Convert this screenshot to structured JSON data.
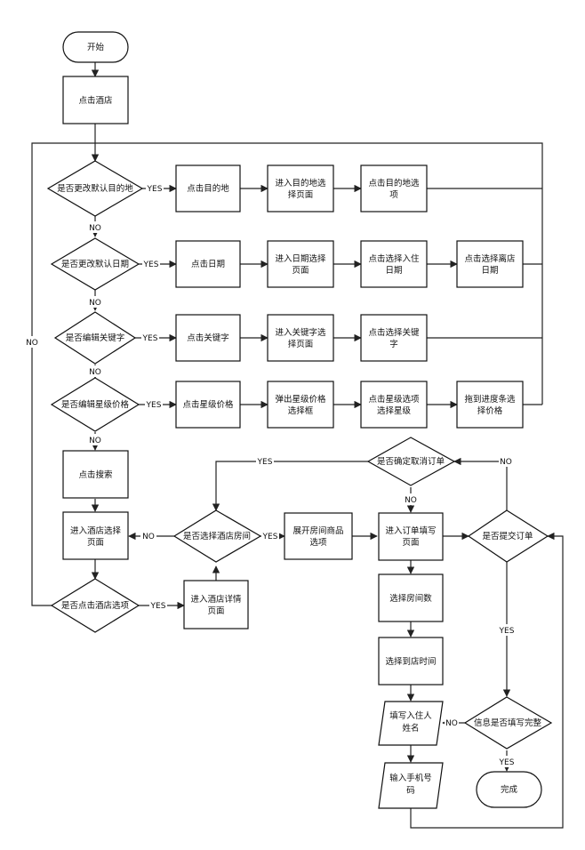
{
  "nodes": {
    "start": "开始",
    "click_hotel": "点击酒店",
    "d_dest": "是否更改默认目的地",
    "click_dest": "点击目的地",
    "dest_page": [
      "进入目的地选",
      "择页面"
    ],
    "dest_option": [
      "点击目的地选",
      "项"
    ],
    "d_date": "是否更改默认日期",
    "click_date": "点击日期",
    "date_page": [
      "进入日期选择",
      "页面"
    ],
    "checkin": [
      "点击选择入住",
      "日期"
    ],
    "checkout": [
      "点击选择离店",
      "日期"
    ],
    "d_keyword": "是否编辑关键字",
    "click_keyword": "点击关键字",
    "keyword_page": [
      "进入关键字选",
      "择页面"
    ],
    "keyword_select": [
      "点击选择关键",
      "字"
    ],
    "d_star": "是否编辑星级价格",
    "click_star": "点击星级价格",
    "star_popup": [
      "弹出星级价格",
      "选择框"
    ],
    "star_option": [
      "点击星级选项",
      "选择星级"
    ],
    "price_slider": [
      "拖到进度条选",
      "择价格"
    ],
    "click_search": "点击搜索",
    "hotel_list": [
      "进入酒店选择",
      "页面"
    ],
    "d_room": "是否选择酒店房间",
    "room_expand": [
      "展开房间商品",
      "选项"
    ],
    "d_hotel_option": "是否点击酒店选项",
    "hotel_detail": [
      "进入酒店详情",
      "页面"
    ],
    "d_cancel": "是否确定取消订单",
    "order_page": [
      "进入订单填写",
      "页面"
    ],
    "d_submit": "是否提交订单",
    "room_count": "选择房间数",
    "arrival_time": "选择到店时间",
    "guest_name": [
      "填写入住人",
      "姓名"
    ],
    "phone": [
      "输入手机号",
      "码"
    ],
    "d_complete": "信息是否填写完整",
    "done": "完成"
  },
  "labels": {
    "yes": "YES",
    "no": "NO"
  }
}
